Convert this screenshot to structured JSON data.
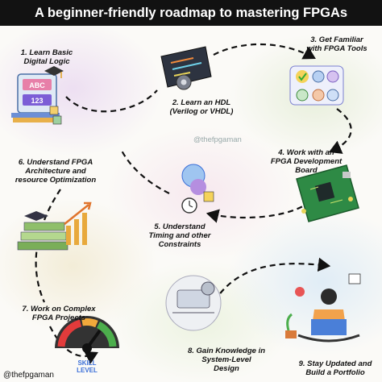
{
  "title": "A beginner-friendly roadmap to mastering FPGAs",
  "steps": [
    {
      "line1": "1. Learn Basic",
      "line2": "Digital Logic"
    },
    {
      "line1": "2. Learn an HDL",
      "line2": "(Verilog or VHDL)"
    },
    {
      "line1": "3. Get Familiar",
      "line2": "with FPGA Tools"
    },
    {
      "line1": "4. Work with an",
      "line2": "FPGA Development",
      "line3": "Board"
    },
    {
      "line1": "5. Understand",
      "line2": "Timing and other",
      "line3": "Constraints"
    },
    {
      "line1": "6. Understand FPGA",
      "line2": "Architecture and",
      "line3": "resource Optimization"
    },
    {
      "line1": "7. Work on Complex",
      "line2": "FPGA Projects"
    },
    {
      "line1": "8. Gain Knowledge in",
      "line2": "System-Level",
      "line3": "Design"
    },
    {
      "line1": "9. Stay Updated and",
      "line2": "Build a Portfolio"
    }
  ],
  "watermark_center": "@thefpgaman",
  "watermark_corner": "@thefpgaman",
  "illustration_text": {
    "abc": "ABC",
    "num": "123",
    "skill": "SKILL",
    "level": "LEVEL"
  },
  "colors": {
    "title_bg": "#121212",
    "path": "#111111",
    "board": "#2e8a45",
    "accent_blue": "#3b6fd8"
  }
}
